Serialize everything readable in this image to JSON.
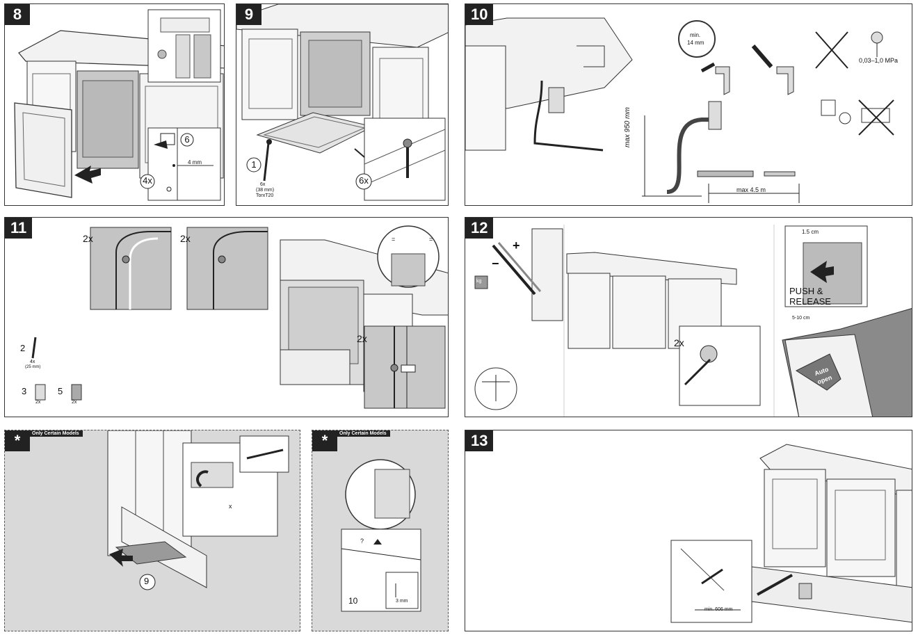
{
  "panels": {
    "p8": {
      "number": "8",
      "badge_4x": "4x",
      "badge_6": "6",
      "dim": "4 mm"
    },
    "p9": {
      "number": "9",
      "badge_1": "1",
      "badge_6x": "6x",
      "screw_qty": "6x",
      "screw_len": "(38 mm)",
      "screw_type": "TorxT20"
    },
    "p10": {
      "number": "10",
      "min_label": "min.",
      "min_value": "14 mm",
      "pressure": "0,03–1,0 MPa",
      "max_height": "max 950 mm",
      "max_length": "max 4.5 m"
    },
    "p11": {
      "number": "11",
      "badge_2x_a": "2x",
      "badge_2x_b": "2x",
      "badge_2x_c": "2x",
      "part2": "2",
      "part2_qty": "4x",
      "part2_len": "(25 mm)",
      "part3": "3",
      "part3_qty": "2x",
      "part5": "5",
      "part5_qty": "2x",
      "equal_mark": "="
    },
    "p12": {
      "number": "12",
      "badge_2x": "2x",
      "dim_top": "1.5 cm",
      "push_release_1": "PUSH &",
      "push_release_2": "RELEASE",
      "dim_gap": "5-10 cm",
      "auto_1": "Auto",
      "auto_2": "open",
      "plus": "+",
      "minus": "−",
      "kg": "kg"
    },
    "pstar1": {
      "number": "*",
      "tag": "Only Certain Models",
      "badge_9": "9",
      "x_label": "x"
    },
    "pstar2": {
      "number": "*",
      "tag": "Only Certain Models",
      "badge_10": "10",
      "dim": "3 mm",
      "question": "?"
    },
    "p13": {
      "number": "13",
      "dim": "min. 606 mm"
    }
  }
}
